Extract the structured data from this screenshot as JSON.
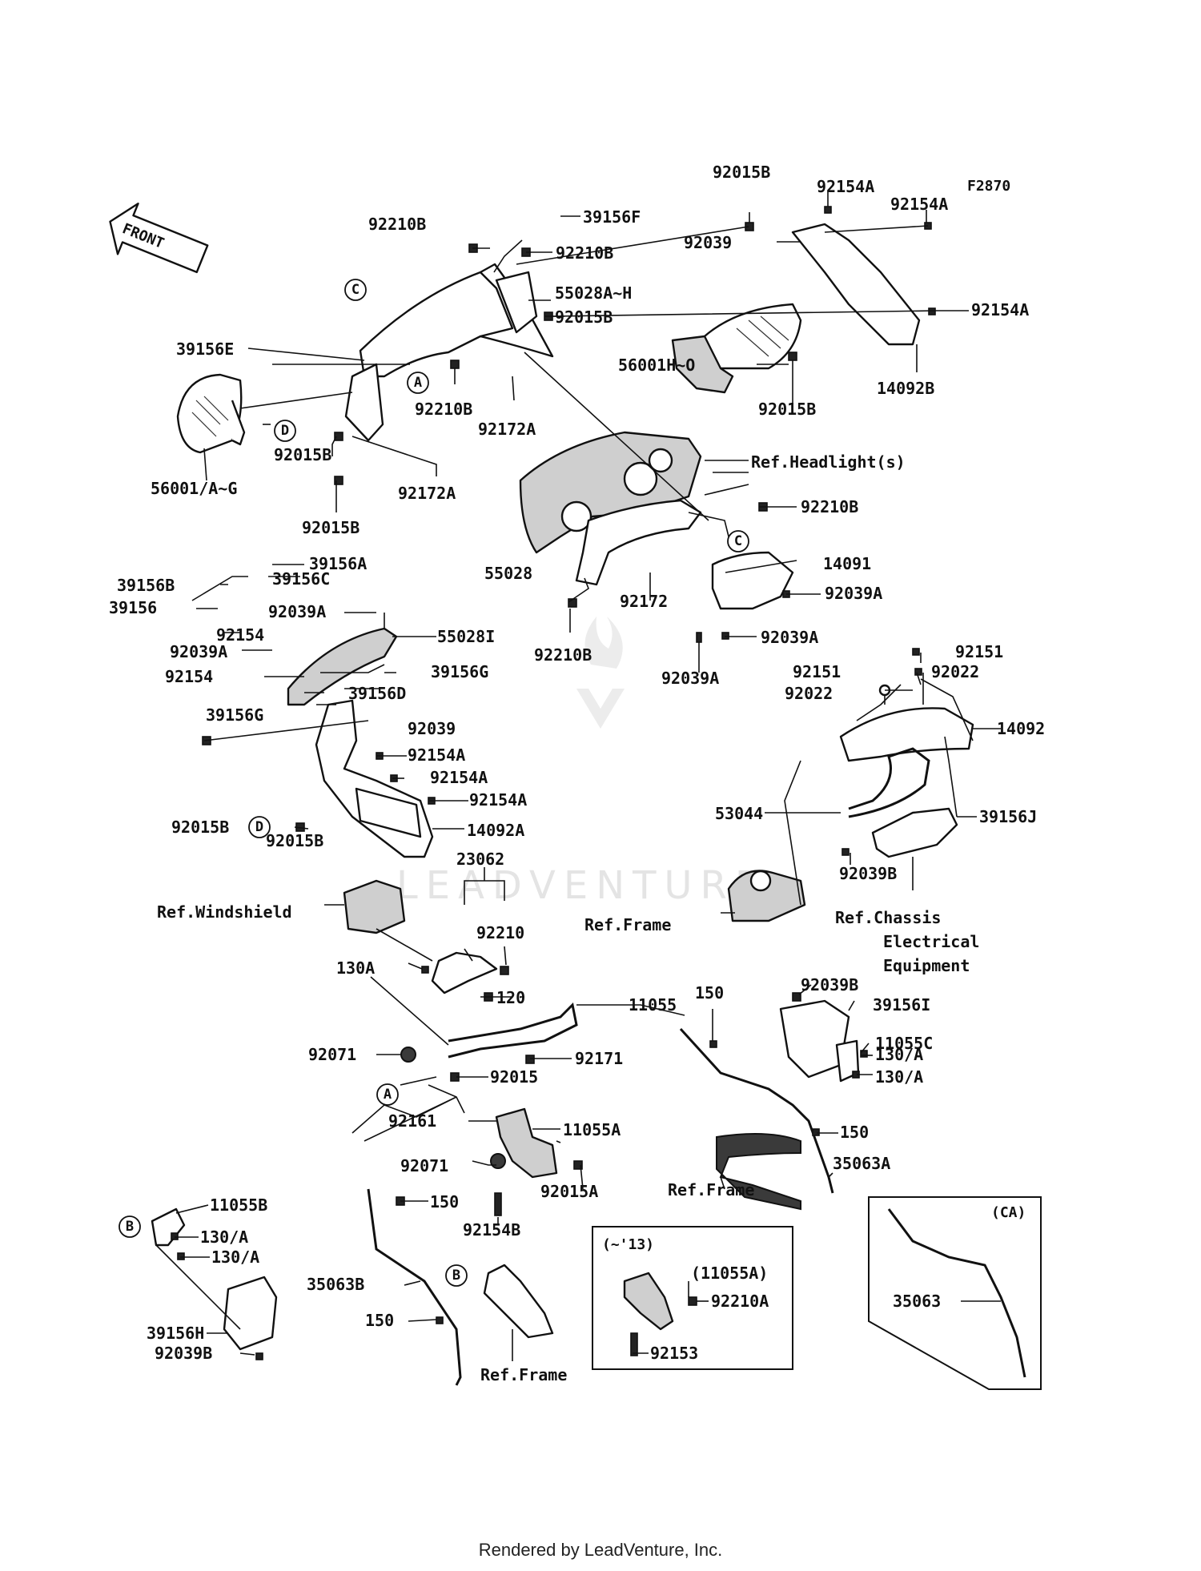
{
  "diagram_code": "F2870",
  "front_label": "FRONT",
  "footer": "Rendered by LeadVenture, Inc.",
  "watermark": "LEADVENTURE",
  "inset_mid_title": "(~'13)",
  "inset_right_title": "(CA)",
  "callouts": [
    "A",
    "C",
    "D",
    "A",
    "C",
    "D",
    "B",
    "B"
  ],
  "labels": [
    "39156F",
    "92210B",
    "92210B",
    "92015B",
    "92154A",
    "92154A",
    "92039",
    "55028A~H",
    "92015B",
    "92154A",
    "56001H~O",
    "92015B",
    "14092B",
    "39156E",
    "92210B",
    "92172A",
    "92015B",
    "92172A",
    "56001/A~G",
    "92015B",
    "Ref.Headlight(s)",
    "92210B",
    "39156A",
    "39156B",
    "39156C",
    "39156",
    "92039A",
    "55028",
    "14091",
    "92039A",
    "92154",
    "55028I",
    "92039A",
    "92172",
    "92039A",
    "92154",
    "39156G",
    "92210B",
    "92039A",
    "39156D",
    "39156G",
    "92151",
    "92151",
    "92022",
    "92022",
    "92039",
    "14092",
    "92154A",
    "92154A",
    "92015B",
    "92015B",
    "92154A",
    "14092A",
    "53044",
    "39156J",
    "23062",
    "92039B",
    "Ref.Windshield",
    "92210",
    "Ref.Frame",
    "Ref.Chassis",
    "Electrical",
    "Equipment",
    "130A",
    "120",
    "11055",
    "150",
    "92039B",
    "39156I",
    "92071",
    "92171",
    "11055C",
    "130/A",
    "92015",
    "130/A",
    "92161",
    "11055A",
    "150",
    "92071",
    "92015A",
    "35063A",
    "Ref.Frame",
    "11055B",
    "150",
    "92154B",
    "130/A",
    "130/A",
    "(11055A)",
    "35063",
    "35063B",
    "92210A",
    "150",
    "92153",
    "39156H",
    "92039B",
    "Ref.Frame"
  ]
}
